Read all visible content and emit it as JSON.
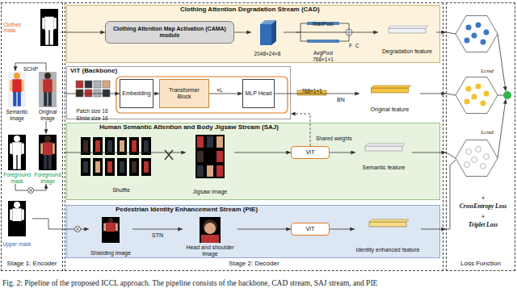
{
  "diagram": {
    "caption": "Fig. 2: Pipeline of the proposed ICCL approach. The pipeline consists of the backbone, CAD stream, SAJ stream, and PIE",
    "nodes": [
      {
        "text": [
          "Stage 1: Encoder"
        ]
      },
      {
        "text": [
          "Clothes mask"
        ],
        "in": 0
      },
      {
        "text": [
          "Semantic image"
        ],
        "in": 0
      },
      {
        "text": [
          "Original image"
        ],
        "in": 0
      },
      {
        "text": [
          "Foreground mask"
        ],
        "in": 0
      },
      {
        "text": [
          "Foreground image"
        ],
        "in": 0
      },
      {
        "text": [
          "Upper mask"
        ],
        "in": 0
      },
      {
        "text": [
          "Stage 2: Decoder"
        ]
      },
      {
        "text": [
          "Clothing Attention Degradation Stream (CAD)"
        ],
        "in": 7
      },
      {
        "text": [
          "Clothing Attention Map Activation (CAMA) module"
        ],
        "in": 8
      },
      {
        "text": [
          "2048×24×8"
        ],
        "in": 8
      },
      {
        "text": [
          "Degradation feature"
        ],
        "in": 8
      },
      {
        "text": [
          "ViT (Backbone)"
        ],
        "in": 7
      },
      {
        "text": [
          "Embedding"
        ],
        "in": 12
      },
      {
        "text": [
          "Transformer Block"
        ],
        "in": 12
      },
      {
        "text": [
          "MLP Head"
        ],
        "in": 12
      },
      {
        "text": [
          "Original feature"
        ],
        "in": 7
      },
      {
        "text": [
          "Human Semantic Attention and Body Jigsaw Stream (SAJ)"
        ],
        "in": 7
      },
      {
        "text": [
          "Jigsaw image"
        ],
        "in": 17
      },
      {
        "text": [
          "ViT"
        ],
        "in": 17
      },
      {
        "text": [
          "Semantic feature"
        ],
        "in": 17
      },
      {
        "text": [
          "Pedestrian Identity Enhancement Stream (PIE)"
        ],
        "in": 7
      },
      {
        "text": [
          "Shielding image"
        ],
        "in": 21
      },
      {
        "text": [
          "Head and shoulder image"
        ],
        "in": 21
      },
      {
        "text": [
          "ViT"
        ],
        "in": 21
      },
      {
        "text": [
          "Identity enhanced feature"
        ],
        "in": 21
      },
      {
        "text": [
          "Loss Function"
        ]
      }
    ],
    "edges": [
      {
        "from": 3,
        "to": 2,
        "label": "SCHP",
        "arrow": "to"
      },
      {
        "from": 1,
        "to": 9,
        "arrow": "to"
      },
      {
        "from": 9,
        "to": 10,
        "arrow": "to"
      },
      {
        "from": 10,
        "to": 11,
        "arrow": "to"
      },
      {
        "from": 3,
        "to": 13,
        "arrow": "to"
      },
      {
        "from": 13,
        "to": 14,
        "arrow": "to"
      },
      {
        "from": 14,
        "to": 15,
        "arrow": "to"
      },
      {
        "from": 15,
        "to": 16,
        "label": "BN",
        "arrow": "to"
      },
      {
        "from": 3,
        "to": 5,
        "arrow": "to"
      },
      {
        "from": 4,
        "to": 5,
        "arrow": "to"
      },
      {
        "from": 5,
        "to": 18,
        "arrow": "to"
      },
      {
        "from": 18,
        "to": 19,
        "arrow": "to"
      },
      {
        "from": 19,
        "to": 12,
        "label": "Shared weights",
        "arrow": "to"
      },
      {
        "from": 19,
        "to": 20,
        "arrow": "to"
      },
      {
        "from": 6,
        "to": 22,
        "arrow": "to"
      },
      {
        "from": 22,
        "to": 23,
        "label": "STN",
        "arrow": "to"
      },
      {
        "from": 23,
        "to": 24,
        "arrow": "to"
      },
      {
        "from": 24,
        "to": 25,
        "arrow": "to"
      },
      {
        "from": 11,
        "to": 26,
        "arrow": "to"
      },
      {
        "from": 16,
        "to": 26,
        "arrow": "to"
      },
      {
        "from": 20,
        "to": 26,
        "arrow": "to"
      },
      {
        "from": 25,
        "to": 26,
        "arrow": "to"
      }
    ],
    "labels": [
      "Patch size 16",
      "Stride size 16",
      "×L",
      "MaxPool",
      "AvgPool",
      "768×1×1",
      "F",
      "C",
      "768×1×1",
      "Shuffle",
      "Lcmd",
      "Lcmd",
      "+",
      "CrossEntropy Loss",
      "+",
      "Triplet Loss"
    ]
  }
}
